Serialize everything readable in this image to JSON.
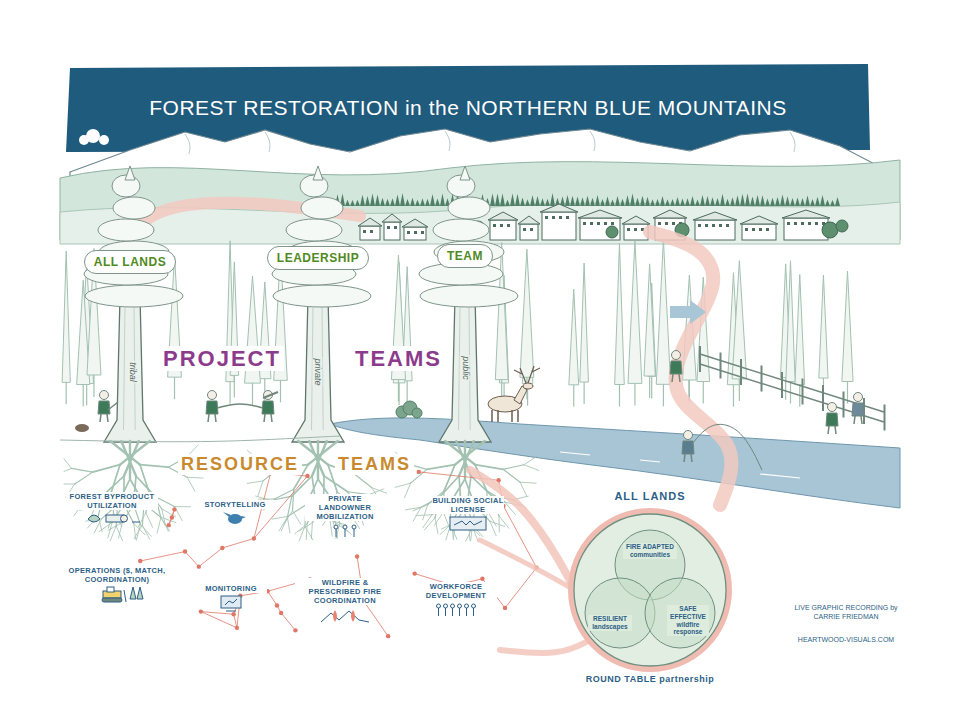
{
  "diagram": {
    "title": "FOREST RESTORATION in the NORTHERN BLUE MOUNTAINS",
    "nodes": [
      {
        "text": [
          "ALL LANDS"
        ]
      },
      {
        "text": [
          "LEADERSHIP"
        ]
      },
      {
        "text": [
          "TEAM"
        ]
      },
      {
        "text": [
          "ALL LANDS",
          "ROUND TABLE partnership"
        ]
      },
      {
        "text": [
          "FIRE ADAPTED communities"
        ],
        "in": 3
      },
      {
        "text": [
          "RESILIENT landscapes"
        ],
        "in": 3
      },
      {
        "text": [
          "SAFE EFFECTIVE wildfire response"
        ],
        "in": 3
      }
    ],
    "labels": [
      "tribal",
      "private",
      "public",
      "PROJECT",
      "TEAMS",
      "RESOURCE",
      "TEAMS",
      "FOREST BYPRODUCT UTILIZATION",
      "STORYTELLING",
      "PRIVATE LANDOWNER MOBILIZATION",
      "BUILDING SOCIAL LICENSE",
      "OPERATIONS ($, MATCH, COORDINATION)",
      "MONITORING",
      "WILDFIRE & PRESCRIBED FIRE COORDINATION",
      "WORKFORCE DEVELOPMENT",
      "LIVE GRAPHIC RECORDING by CARRIE FRIEDMAN",
      "HEARTWOOD-VISUALS.COM"
    ]
  }
}
